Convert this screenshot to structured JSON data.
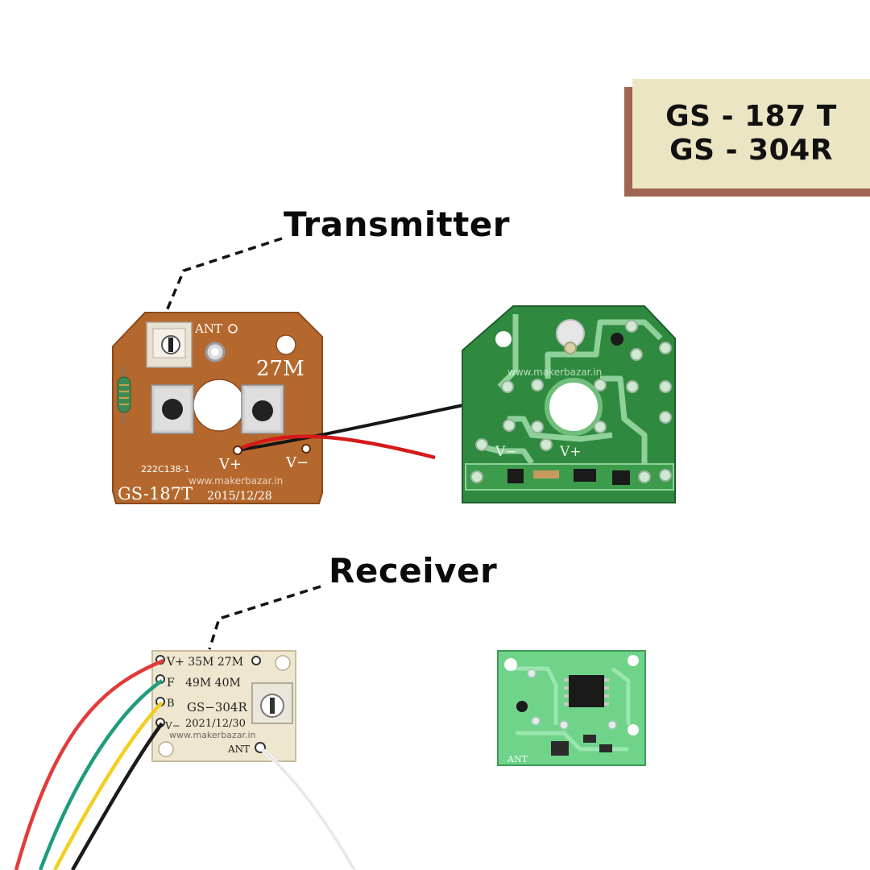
{
  "label": {
    "line1": "GS - 187 T",
    "line2": "GS - 304R"
  },
  "headings": {
    "transmitter": "Transmitter",
    "receiver": "Receiver"
  },
  "transmitter_board": {
    "ant": "ANT",
    "freq": "27M",
    "code": "222C138-1",
    "vplus": "V+",
    "vminus": "V−",
    "watermark": "www.makerbazar.in",
    "model": "GS-187T",
    "date": "2015/12/28"
  },
  "transmitter_back": {
    "watermark": "www.makerbazar.in",
    "vminus": "V−",
    "vplus": "V+"
  },
  "receiver_board": {
    "line1": "V+ 35M 27M",
    "line2": "F   49M 40M",
    "pin_b": "B",
    "model": "GS−304R",
    "date": "2021/12/30",
    "vminus": "V−",
    "watermark": "www.makerbazar.in",
    "ant": "ANT"
  },
  "receiver_back": {
    "ant": "ANT"
  },
  "colors": {
    "label_shadow": "#a06552",
    "label_bg": "#ece5c3",
    "tx_pcb": "#b5682e",
    "green_pcb": "#2f8a3f",
    "rx_pcb": "#efe6cf"
  }
}
